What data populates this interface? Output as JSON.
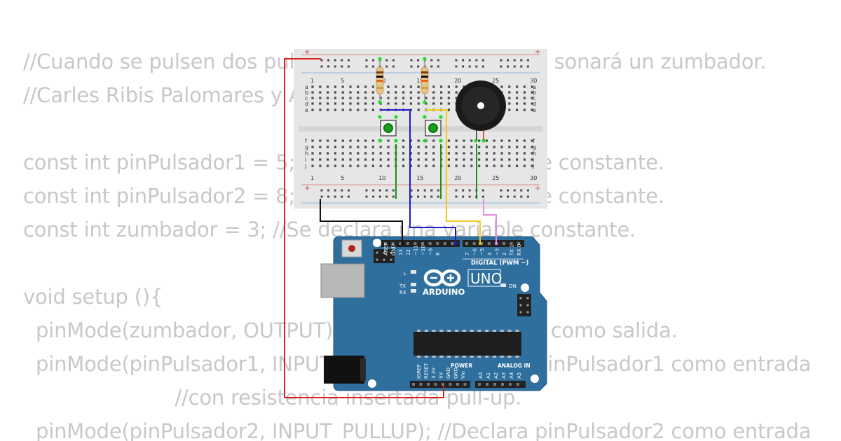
{
  "code": {
    "lines": [
      "//Cuando se pulsen dos pulsadores al mismo tiempo sonará un zumbador.",
      "//Carles Ribis Palomares y Adrià Vargas 08/11/2024",
      "const int pinPulsador1 = 5; //Se declara una variable constante.",
      "const int pinPulsador2 = 8; //Se declara una variable constante.",
      "const int zumbador = 3; //Se declara una variable constante.",
      "void setup (){",
      "  pinMode(zumbador, OUTPUT); //Declara zumbador como salida.",
      "  pinMode(pinPulsador1, INPUT_PULLUP); //Declara pinPulsador1 como entrada",
      "                        //con resistencia insertada pull-up.",
      "  pinMode(pinPulsador2, INPUT_PULLUP); //Declara pinPulsador2 como entrada"
    ]
  },
  "breadboard": {
    "column_numbers": [
      "1",
      "5",
      "10",
      "15",
      "20",
      "25",
      "30"
    ],
    "row_letters_top": [
      "a",
      "b",
      "c",
      "d",
      "e"
    ],
    "row_letters_bottom": [
      "f",
      "g",
      "h",
      "i",
      "j"
    ],
    "rail_plus": "+"
  },
  "arduino": {
    "brand": "ARDUINO",
    "model": "UNO",
    "digital_label": "DIGITAL (PWM ~)",
    "power_label": "POWER",
    "analog_label": "ANALOG IN",
    "on_label": "ON",
    "l_label": "L",
    "tx_label": "TX",
    "rx_label": "RX",
    "digital_pins": [
      "AREF",
      "GND",
      "13",
      "12",
      "~11",
      "~10",
      "~9",
      "8",
      "7",
      "~6",
      "~5",
      "4",
      "~3",
      "2",
      "TX 1",
      "RX 0"
    ],
    "power_pins": [
      "IOREF",
      "RESET",
      "3.3V",
      "5V",
      "GND",
      "GND",
      "Vin"
    ],
    "analog_pins": [
      "A0",
      "A1",
      "A2",
      "A3",
      "A4",
      "A5"
    ]
  },
  "colors": {
    "board_blue": "#2e6f9e",
    "breadboard": "#e6e6e6",
    "wire_red": "#d9231f",
    "wire_black": "#111111",
    "wire_blue": "#1c1ccc",
    "wire_yellow": "#f2c81b",
    "wire_pink": "#e68ae6",
    "wire_green": "#1a8f1a"
  }
}
